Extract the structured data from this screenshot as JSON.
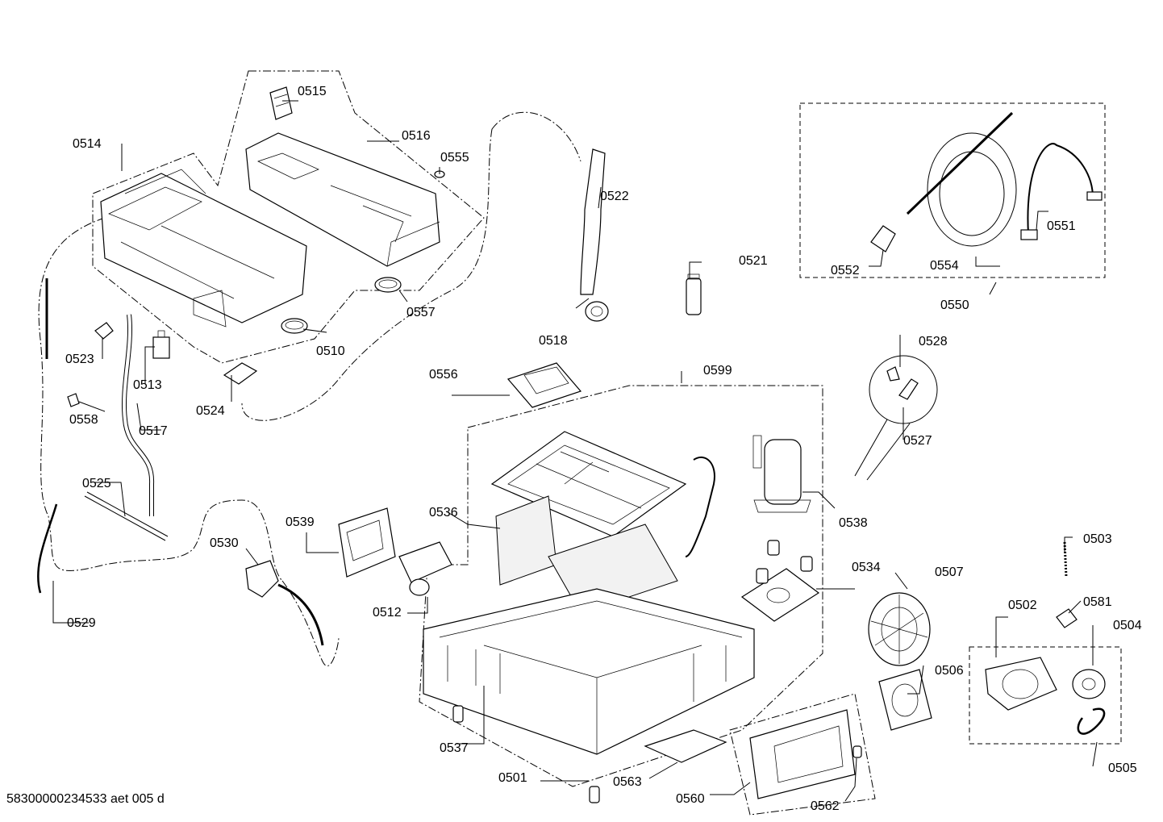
{
  "drawing_number": "58300000234533 aet 005 d",
  "part_labels": {
    "p0501": "0501",
    "p0502": "0502",
    "p0503": "0503",
    "p0504": "0504",
    "p0505": "0505",
    "p0506": "0506",
    "p0507": "0507",
    "p0510": "0510",
    "p0512": "0512",
    "p0513": "0513",
    "p0514": "0514",
    "p0515": "0515",
    "p0516": "0516",
    "p0517": "0517",
    "p0518": "0518",
    "p0521": "0521",
    "p0522": "0522",
    "p0523": "0523",
    "p0524": "0524",
    "p0525": "0525",
    "p0527": "0527",
    "p0528": "0528",
    "p0529": "0529",
    "p0530": "0530",
    "p0534": "0534",
    "p0536": "0536",
    "p0537": "0537",
    "p0538": "0538",
    "p0539": "0539",
    "p0550": "0550",
    "p0551": "0551",
    "p0552": "0552",
    "p0554": "0554",
    "p0555": "0555",
    "p0556": "0556",
    "p0557": "0557",
    "p0558": "0558",
    "p0560": "0560",
    "p0562": "0562",
    "p0563": "0563",
    "p0581": "0581",
    "p0599": "0599"
  }
}
